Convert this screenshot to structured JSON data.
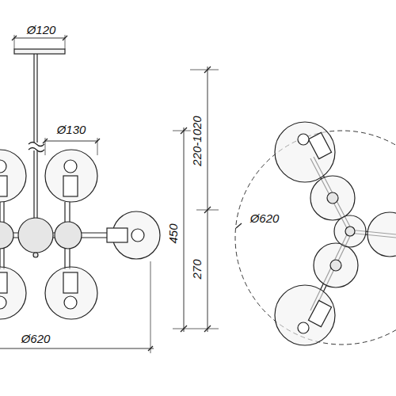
{
  "diagram": {
    "labels": [
      "Ø120",
      "Ø130",
      "Ø620",
      "220-1020",
      "450",
      "270",
      "Ø620"
    ]
  }
}
